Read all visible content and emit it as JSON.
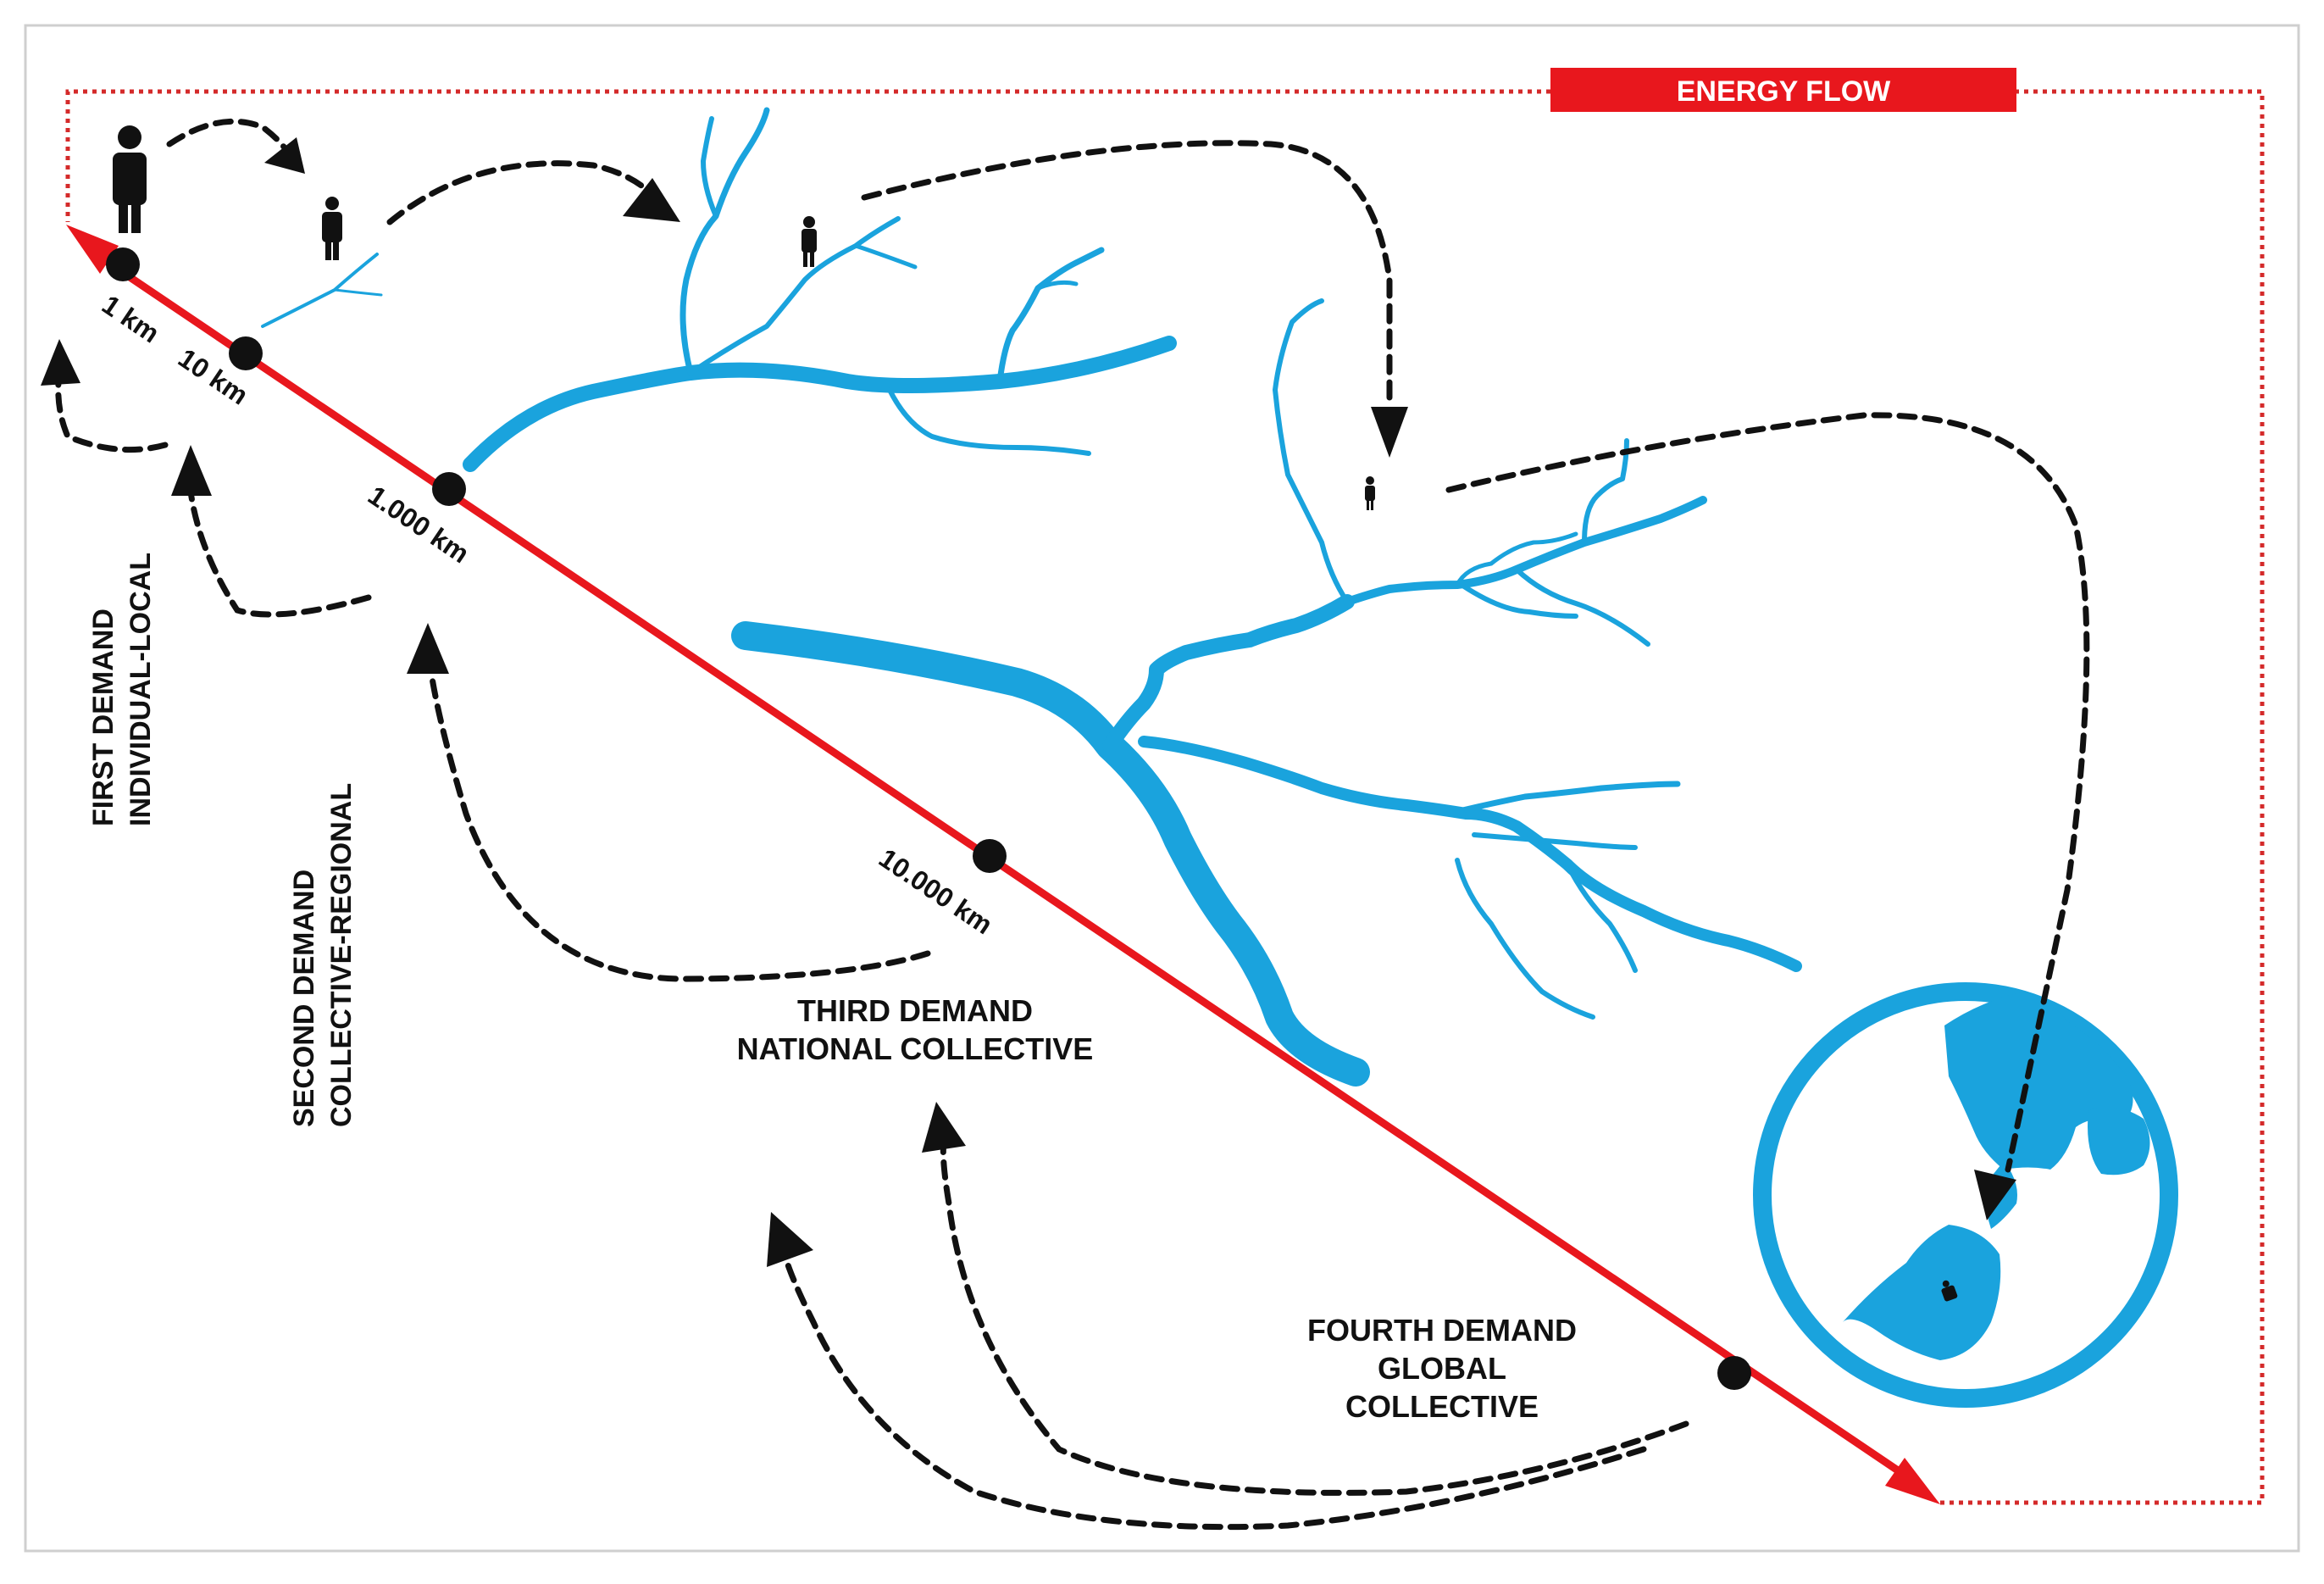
{
  "banner": {
    "label": "ENERGY FLOW",
    "color": "#e8171d"
  },
  "scale": {
    "color": "#e8171d",
    "markers": [
      "1 km",
      "10 km",
      "1.000 km",
      "10.000 km"
    ]
  },
  "demands": [
    {
      "line1": "FIRST DEMAND",
      "line2": "INDIVIDUAL-LOCAL"
    },
    {
      "line1": "SECOND DEMAND",
      "line2": "COLLECTIVE-REGIONAL"
    },
    {
      "line1": "THIRD DEMAND",
      "line2": "NATIONAL COLLECTIVE"
    },
    {
      "line1": "FOURTH DEMAND",
      "line2": "GLOBAL",
      "line3": "COLLECTIVE"
    }
  ],
  "icons": {
    "person": "person-icon",
    "river": "river-network-icon",
    "globe": "globe-icon",
    "arrow": "dashed-arrow-icon"
  },
  "colors": {
    "river": "#1aa3dd",
    "arrows": "#111111"
  }
}
